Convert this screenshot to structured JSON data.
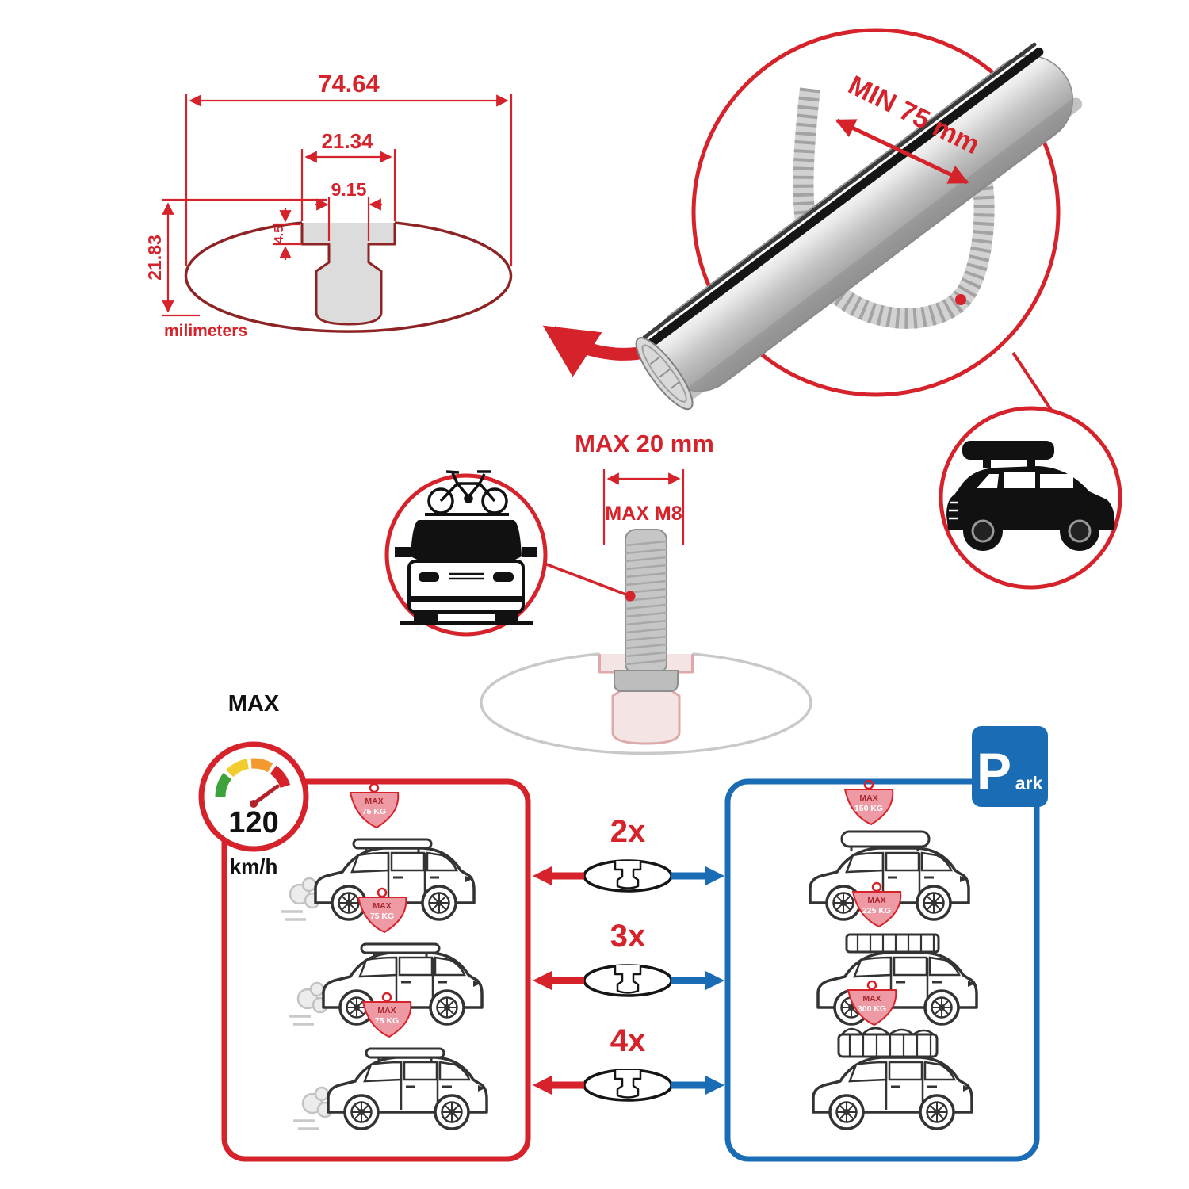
{
  "colors": {
    "red": "#d6232b",
    "blue": "#1a6db5",
    "maroon": "#8e2323",
    "grey": "#b9b9b9",
    "black": "#1a1a1a"
  },
  "icons": {
    "speed-gauge-icon": "svg-arc-gauge",
    "car-front-icon": "svg-car-front",
    "bike-icon": "svg-bicycle",
    "suv-side-icon": "svg-suv-outline",
    "roofbox-car-icon": "svg-suv-roofbox",
    "crossbar-section-icon": "svg-ellipse-profile",
    "parking-icon": "blue-P-sign"
  },
  "dimension_diagram": {
    "total_width": "74.64",
    "slot_outer_width": "21.34",
    "slot_inner_width": "9.15",
    "slot_lip_depth": "4.5",
    "total_height": "21.83",
    "units_label": "milimeters"
  },
  "bar_detail": {
    "min_span_label": "MIN 75 mm"
  },
  "bolt_diagram": {
    "max_length_label": "MAX 20 mm",
    "max_thread_label": "MAX M8"
  },
  "speed_gauge": {
    "title": "MAX",
    "value": "120",
    "unit": "km/h"
  },
  "parking_sign": {
    "letter": "P",
    "suffix": "ark"
  },
  "driving_cars": [
    {
      "flag_top": "MAX",
      "flag_weight": "75 KG"
    },
    {
      "flag_top": "MAX",
      "flag_weight": "75 KG"
    },
    {
      "flag_top": "MAX",
      "flag_weight": "75 KG"
    }
  ],
  "parked_cars": [
    {
      "flag_top": "MAX",
      "flag_weight": "150 KG"
    },
    {
      "flag_top": "MAX",
      "flag_weight": "225 KG"
    },
    {
      "flag_top": "MAX",
      "flag_weight": "300 KG"
    }
  ],
  "bar_counts": [
    "2x",
    "3x",
    "4x"
  ]
}
